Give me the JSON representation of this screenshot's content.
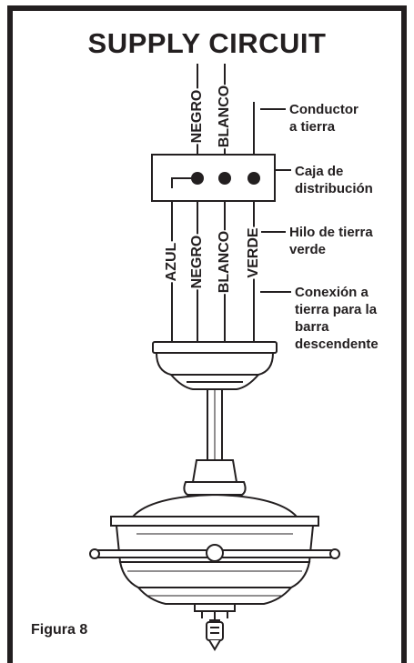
{
  "title": "SUPPLY CIRCUIT",
  "top_wires": [
    "NEGRO",
    "BLANCO"
  ],
  "bottom_wires": [
    "AZUL",
    "NEGRO",
    "BLANCO",
    "VERDE"
  ],
  "callouts": {
    "ground_conductor": [
      "Conductor",
      "a tierra"
    ],
    "junction_box": [
      "Caja de",
      "distribución"
    ],
    "green_ground_wire": [
      "Hilo de tierra",
      "verde"
    ],
    "downrod_ground": [
      "Conexión a",
      "tierra para la",
      "barra",
      "descendente"
    ]
  },
  "figure_label": "Figura 8",
  "colors": {
    "ink": "#231f20",
    "background": "#ffffff"
  }
}
